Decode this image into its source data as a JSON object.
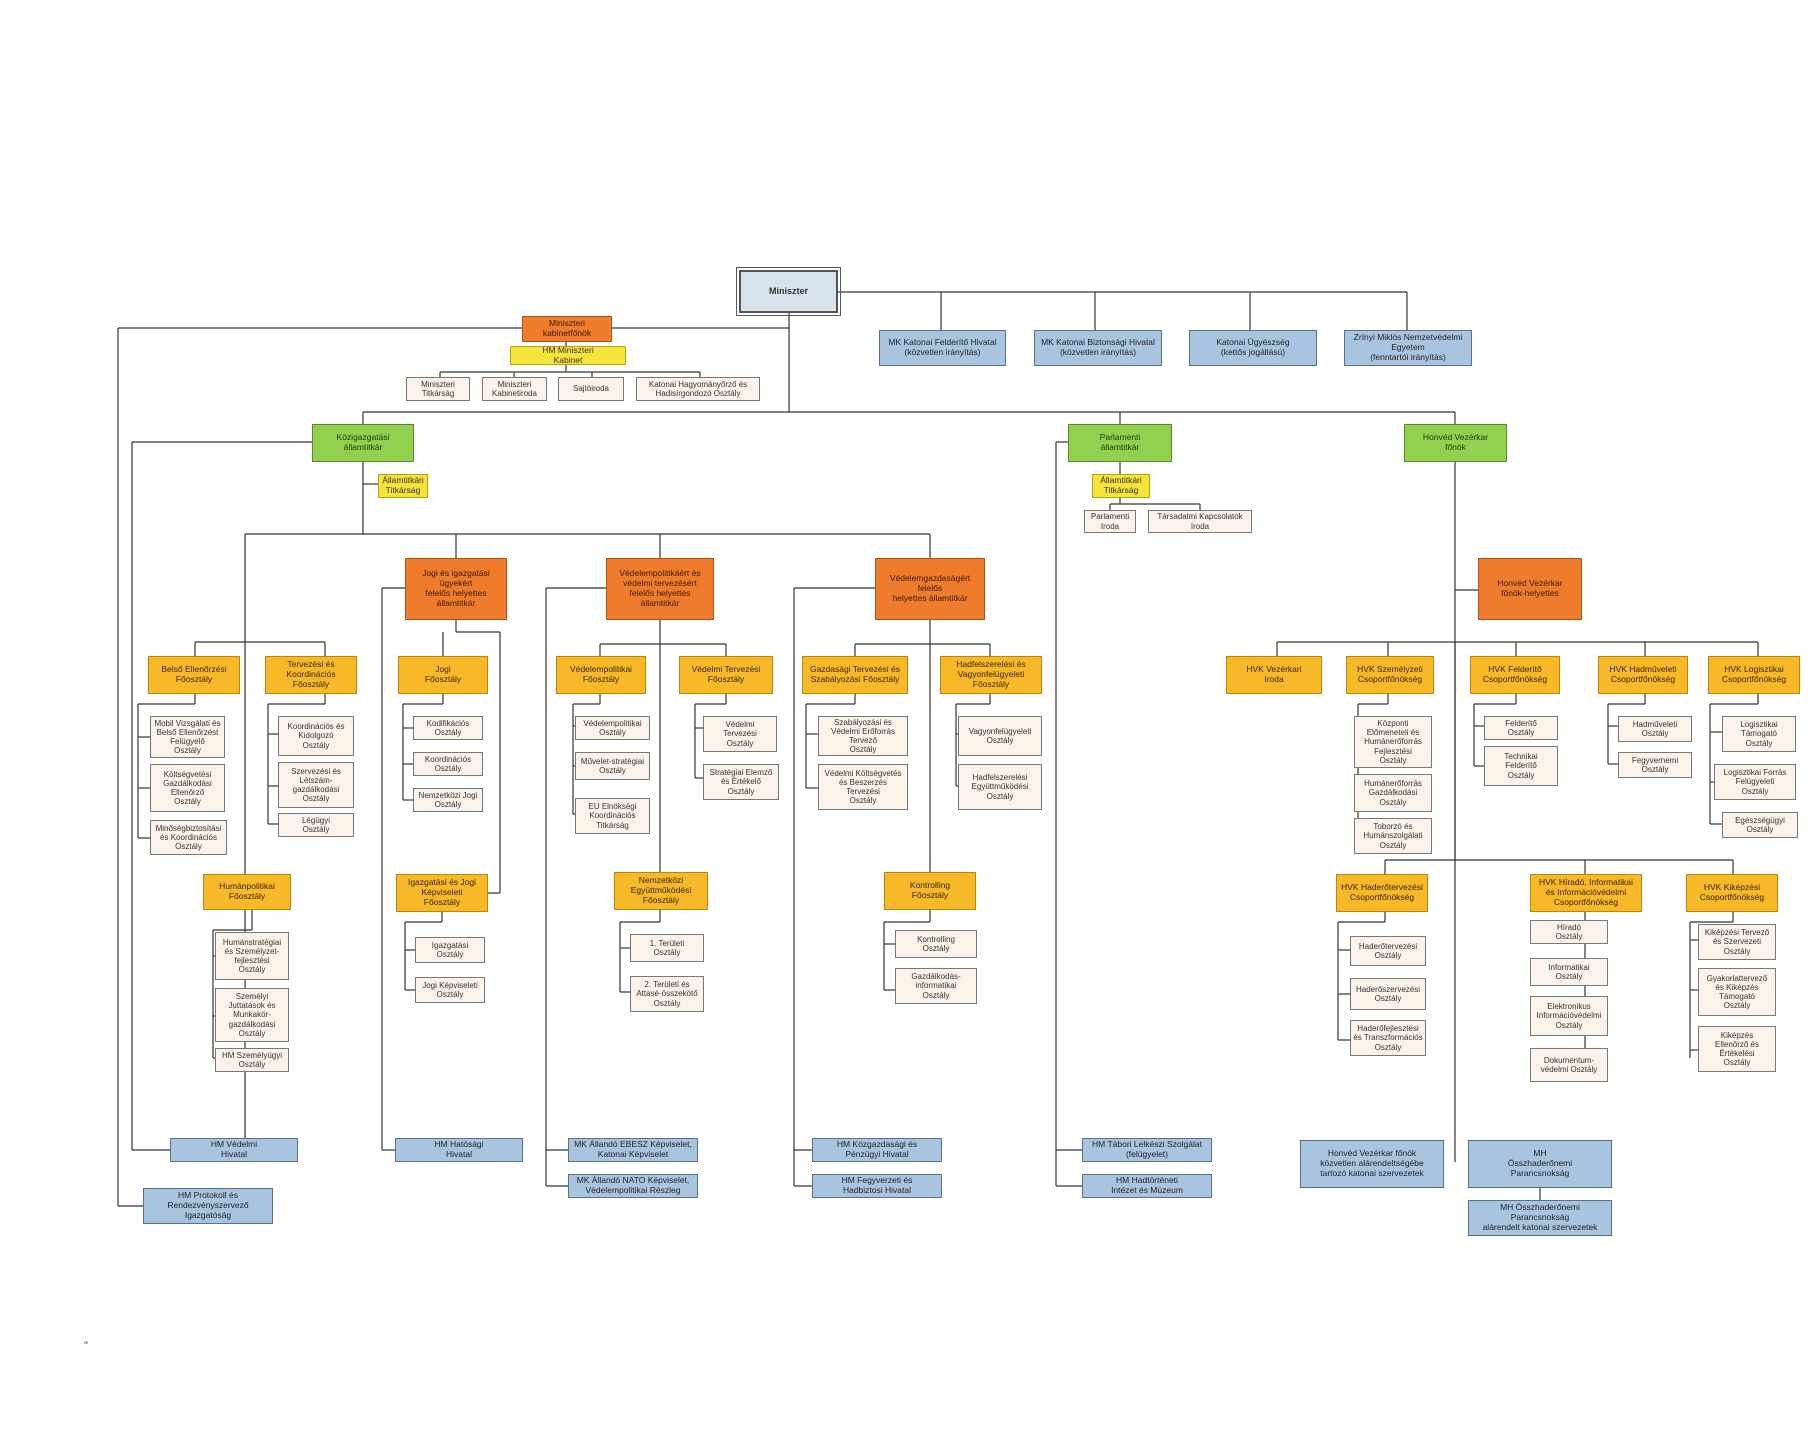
{
  "colors": {
    "minister": "#d9e3ee",
    "blue": "#a9c4de",
    "orange": "#ef7b2c",
    "yellow": "#f7e43a",
    "amber": "#f8b928",
    "green": "#92d050",
    "dept": "#fbf3ea",
    "line": "#333333"
  },
  "org": {
    "miniszter": "Miniszter",
    "kabinetfonok": "Miniszteri\nkabinetfőnök",
    "hm_kabinet": "HM Miniszteri\nKabinet",
    "titkarsag": "Miniszteri\nTitkárság",
    "kabinetiroda": "Miniszteri\nKabinetiroda",
    "sajtoiroda": "Sajtóiroda",
    "hagyomanyorzo": "Katonai Hagyományőrző és\nHadisírgondozó Osztály",
    "felderito_hivatal": "MK Katonai Felderítő Hivatal\n(közvetlen irányítás)",
    "biztonsagi_hivatal": "MK Katonai Biztonsági Hivatal\n(közvetlen irányítás)",
    "ugyeszseg": "Katonai Ügyészség\n(kettős jogállású)",
    "zrinyi": "Zrínyi Miklós Nemzetvédelmi\nEgyetem\n(fenntartói irányítás)",
    "kozigazgatasi": "Közigazgatási\nállamtitkár",
    "allamtitkari_titkarsag_1": "Államtitkári\nTitkárság",
    "parlamenti": "Parlamenti\nállamtitkár",
    "allamtitkari_titkarsag_2": "Államtitkári\nTitkárság",
    "parlamenti_iroda": "Parlamenti\nIroda",
    "tarsadalmi": "Társadalmi Kapcsolatok\nIroda",
    "hvf": "Honvéd Vezérkar\nfőnök",
    "hvf_helyettes": "Honvéd Vezérkar\nfőnök-helyettes",
    "jogi_hat": "Jogi és igazgatási\nügyekért\nfelelős helyettes\nállamtitkár",
    "vedpol_hat": "Védelempolitikáért és\nvédelmi tervezésért\nfelelős helyettes\nállamtitkár",
    "vedgazd_hat": "Védelemgazdaságért\nfelelős\nhelyettes államtitkár",
    "belso_ell": "Belső Ellenőrzési\nFőosztály",
    "tervezesi_koord": "Tervezési és\nKoordinációs\nFőosztály",
    "mobil_vizsg": "Mobil Vizsgálati és\nBelső Ellenőrzést\nFelügyelő\nOsztály",
    "koltsegvetesi_ell": "Költségvetési\nGazdálkodási\nEllenőrző\nOsztály",
    "minoseg": "Minőségbiztosítási\nés Koordinációs\nOsztály",
    "koord_kidolg": "Koordinációs és\nKidolgozó\nOsztály",
    "szervezesi_letszam": "Szervezési és\nLétszám-\ngazdálkodási\nOsztály",
    "legugyi": "Légügyi\nOsztály",
    "humanpol": "Humánpolitikai\nFőosztály",
    "humanstrat": "Humánstratégiai\nés Személyzet-\nfejlesztési\nOsztály",
    "szemelyi_juttatasok": "Személyi\nJuttatások és\nMunkakör-\ngazdálkodási\nOsztály",
    "hm_szemelyugyi": "HM Személyügyi\nOsztály",
    "jogi_fo": "Jogi\nFőosztály",
    "kodifikacios": "Kodifikációs\nOsztály",
    "koordinacios": "Koordinációs\nOsztály",
    "nemzetkozi_jogi": "Nemzetközi Jogi\nOsztály",
    "igazgatasi_fo": "Igazgatási és Jogi\nKépviseleti\nFőosztály",
    "igazgatasi_o": "Igazgatási\nOsztály",
    "jogi_kepviseleti": "Jogi Képviseleti\nOsztály",
    "vedpol_fo": "Védelempolitikai\nFőosztály",
    "vedelmi_tervezesi_fo": "Védelmi Tervezési\nFőosztály",
    "vedpol_o": "Védelempolitikai\nOsztály",
    "muveleti_strat": "Művelet-stratégiai\nOsztály",
    "eu_elnoksegi": "EU Elnökségi\nKoordinációs\nTitkárság",
    "vedelmi_tervezesi_o": "Védelmi\nTervezési\nOsztály",
    "strategiai_elemzo": "Stratégiai Elemző\nés Értékelő\nOsztály",
    "nemzetkozi_egy": "Nemzetközi\nEgyüttműködési\nFőosztály",
    "teruleti_1": "1. Területi\nOsztály",
    "teruleti_2": "2. Területi és\nAttasé-összekötő\nOsztály",
    "gazd_tervezesi": "Gazdasági Tervezési és\nSzabályozási Főosztály",
    "hadfelszerelesi_fo": "Hadfelszerelési és\nVagyonfelügyeleti\nFőosztály",
    "szabalyozasi": "Szabályozási és\nVédelmi Erőforrás\nTervező\nOsztály",
    "vedelmi_koltsegvetes": "Védelmi Költségvetés\nés Beszerzés\nTervezési\nOsztály",
    "vagyonfelugyeleti": "Vagyonfelügyeleti\nOsztály",
    "hadfelszerelesi_egy": "Hadfelszerelési\nEgyüttműködési\nOsztály",
    "kontrolling_fo": "Kontrolling\nFőosztály",
    "kontrolling_o": "Kontrolling\nOsztály",
    "gazd_informatikai": "Gazdálkodás-\ninformatikai\nOsztály",
    "hvk_vezerkari": "HVK Vezérkari\nIroda",
    "hvk_szemelyzeti": "HVK Személyzeti\nCsoportfőnökség",
    "hvk_felderito": "HVK Felderítő\nCsoportfőnökség",
    "hvk_hadmuveleti": "HVK Hadműveleti\nCsoportfőnökség",
    "hvk_logisztikai": "HVK Logisztikai\nCsoportfőnökség",
    "kozponti_eloment": "Központi\nElőmeneteli és\nHumánerőforrás\nFejlesztési\nOsztály",
    "humaneroforras_gazd": "Humánerőforrás\nGazdálkodási\nOsztály",
    "toborzo": "Toborzó és\nHumánszolgálati\nOsztály",
    "felderito_o": "Felderítő\nOsztály",
    "technikai_felderito": "Technikai\nFelderítő\nOsztály",
    "hadmuveleti_o": "Hadműveleti\nOsztály",
    "fegyverneml": "Fegyvernemi\nOsztály",
    "log_tamogato": "Logisztikai\nTámogató\nOsztály",
    "log_forras": "Logisztikai Forrás\nFelügyeleti\nOsztály",
    "egeszsegugyi": "Egészségügyi\nOsztály",
    "hvk_haderotervezesi": "HVK Haderőtervezési\nCsoportfőnökség",
    "hvk_hirado": "HVK Híradó, Informatikai\nés Információvédelmi\nCsoportfőnökség",
    "hvk_kikepzesi": "HVK Kiképzési\nCsoportfőnökség",
    "haderotervezesi_o": "Haderőtervezési\nOsztály",
    "haderoszervezesi_o": "Haderőszervezési\nOsztály",
    "haderofejlesztesi_o": "Haderőfejlesztési\nés Transzformációs\nOsztály",
    "hirado_o": "Híradó\nOsztály",
    "informatikai_o": "Informatikai\nOsztály",
    "elektronikus": "Elektronikus\nInformációvédelmi\nOsztály",
    "dokumentum": "Dokumentum-\nvédelmi Osztály",
    "kikepzesi_tervezo": "Kiképzési Tervező\nés Szervezeti\nOsztály",
    "gyakorlattervezo": "Gyakorlattervező\nés Kiképzés\nTámogató\nOsztály",
    "kikepzes_ellenorzo": "Kiképzés\nEllenőrző és\nÉrtékelési\nOsztály",
    "hm_vedelmi_hivatal": "HM Védelmi\nHivatal",
    "hm_protokoll": "HM Protokoll és\nRendezvényszervező\nIgazgatóság",
    "hm_hatosagi": "HM Hatósági\nHivatal",
    "ebesz": "MK Állandó EBESZ Képviselet,\nKatonai Képviselet",
    "nato": "MK Állandó NATO Képviselet,\nVédelempolitikai Részleg",
    "kozgazdasagi": "HM Közgazdasági és\nPénzügyi Hivatal",
    "fegyverzeti": "HM Fegyverzeti és\nHadbiztosi Hivatal",
    "tabori_lelkesz": "HM Tábori Lelkészi Szolgálat\n(felügyelet)",
    "hadtorteneti": "HM Hadtörténeti\nIntézet és Múzeum",
    "hvf_kozvetlen": "Honvéd Vezérkar főnök\nközvetlen alárendeltségébe\ntartozó katonai szervezetek",
    "mh_osszhaderonemi": "MH\nÖsszhaderőnemi\nParancsnokság",
    "mh_alarendelt": "MH Összhaderőnemi\nParancsnokság\nalárendelt katonai szervezetek"
  },
  "footnote": "\""
}
